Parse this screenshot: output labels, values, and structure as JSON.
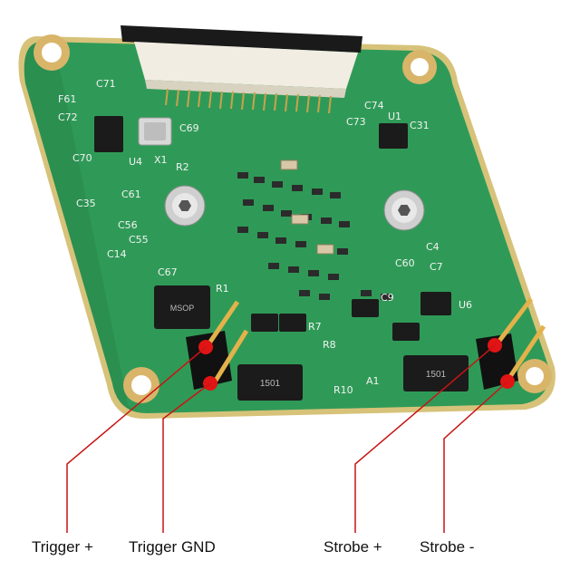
{
  "colors": {
    "pcb": "#2f9a57",
    "pcb_dark": "#247a44",
    "pcb_edge": "#d7c27a",
    "pad_gold": "#d9b56a",
    "chip": "#1b1b1b",
    "marker": "#e01414",
    "leader": "#c81414",
    "silkscreen": "#f2f2f2",
    "pin_gold": "#e3b24a",
    "background": "#ffffff"
  },
  "board": {
    "silkscreen_labels": {
      "c71": "C71",
      "c72": "C72",
      "c70": "C70",
      "c69": "C69",
      "x1": "X1",
      "r2": "R2",
      "u4": "U4",
      "c61": "C61",
      "c35": "C35",
      "c56": "C56",
      "c55": "C55",
      "c14": "C14",
      "c67": "C67",
      "r1": "R1",
      "r7": "R7",
      "r8": "R8",
      "r10": "R10",
      "a1": "A1",
      "c60": "C60",
      "c7": "C7",
      "c4": "C4",
      "c73": "C73",
      "c74": "C74",
      "u1": "U1",
      "c31": "C31",
      "f61": "F61",
      "u6": "U6",
      "c9": "C9"
    },
    "chip_markings": {
      "u2": "MSOP",
      "u7": "1501",
      "u8": "1501"
    }
  },
  "callouts": [
    {
      "id": "trigger-plus",
      "label": "Trigger +"
    },
    {
      "id": "trigger-gnd",
      "label": "Trigger GND"
    },
    {
      "id": "strobe-plus",
      "label": "Strobe +"
    },
    {
      "id": "strobe-minus",
      "label": "Strobe -"
    }
  ]
}
